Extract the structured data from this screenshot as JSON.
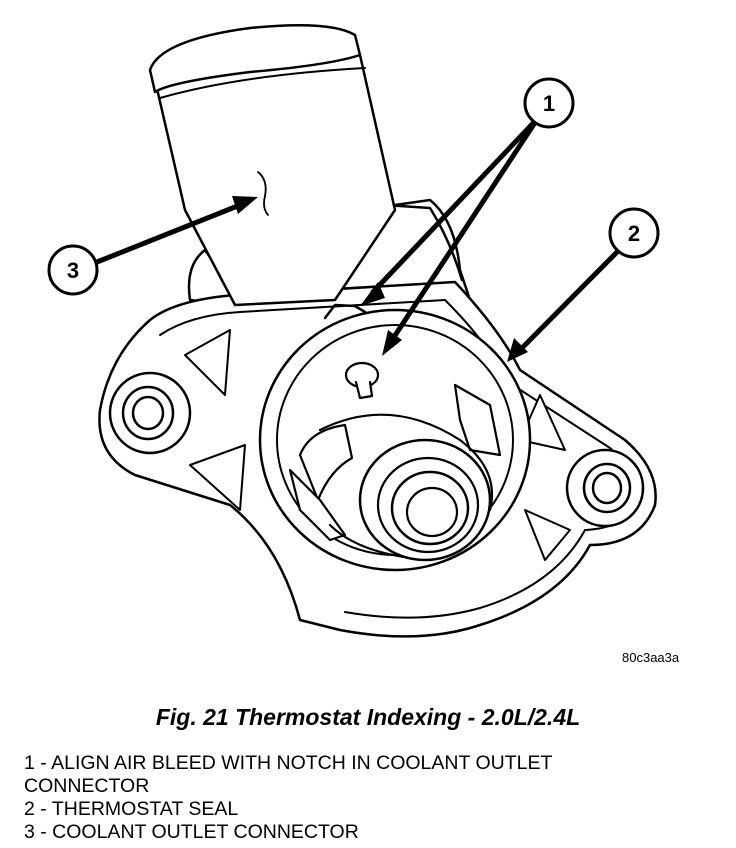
{
  "callouts": [
    "1",
    "2",
    "3"
  ],
  "image_code": "80c3aa3a",
  "caption": "Fig. 21 Thermostat Indexing - 2.0L/2.4L",
  "legend": [
    "1 - ALIGN AIR BLEED WITH NOTCH IN COOLANT OUTLET\nCONNECTOR",
    "2 - THERMOSTAT SEAL",
    "3 - COOLANT OUTLET CONNECTOR"
  ]
}
